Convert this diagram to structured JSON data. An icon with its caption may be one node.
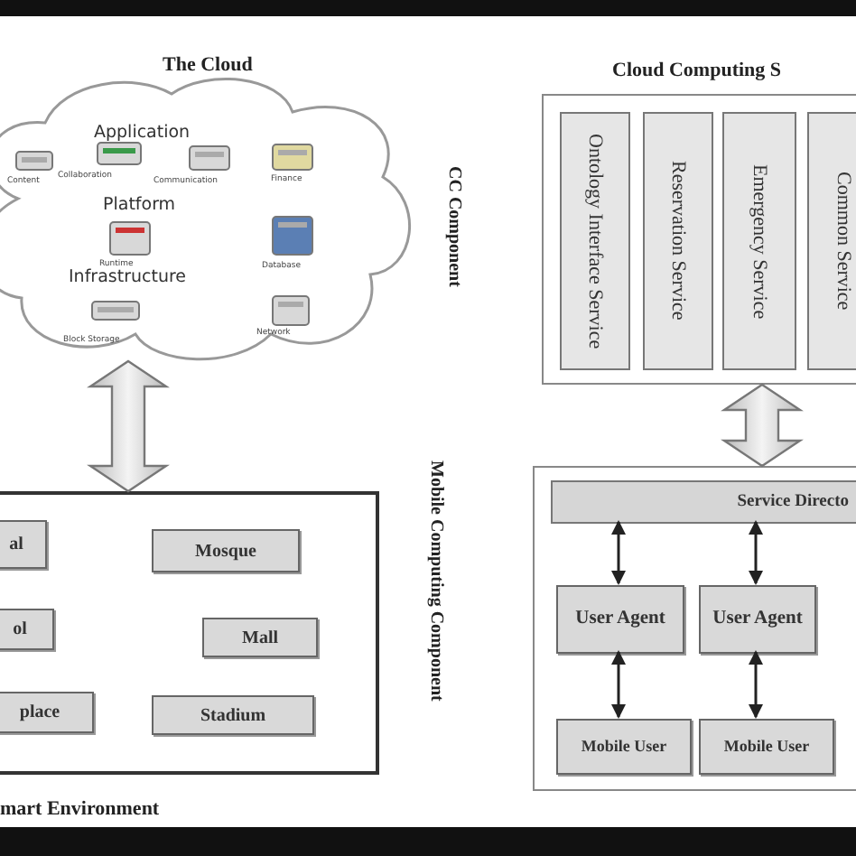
{
  "diagram": {
    "nodes": [
      {
        "text": [
          "The Cloud",
          "Application",
          "Platform",
          "Infrastructure"
        ]
      },
      {
        "text": [
          "mart Environment"
        ]
      },
      {
        "text": [
          "al"
        ],
        "in": 1
      },
      {
        "text": [
          "Mosque"
        ],
        "in": 1
      },
      {
        "text": [
          "ol"
        ],
        "in": 1
      },
      {
        "text": [
          "Mall"
        ],
        "in": 1
      },
      {
        "text": [
          "place"
        ],
        "in": 1
      },
      {
        "text": [
          "Stadium"
        ],
        "in": 1
      },
      {
        "text": [
          "Cloud Computing S"
        ]
      },
      {
        "text": [
          "Ontology Interface Service"
        ],
        "in": 8
      },
      {
        "text": [
          "Reservation Service"
        ],
        "in": 8
      },
      {
        "text": [
          "Emergency Service"
        ],
        "in": 8
      },
      {
        "text": [
          "Common Service"
        ],
        "in": 8
      },
      {
        "text": [],
        "shape": "box"
      },
      {
        "text": [
          "Service Directo"
        ],
        "in": 13
      },
      {
        "text": [
          "User Agent"
        ],
        "in": 13
      },
      {
        "text": [
          "User Agent"
        ],
        "in": 13
      },
      {
        "text": [
          "Mobile User"
        ],
        "in": 13
      },
      {
        "text": [
          "Mobile User"
        ],
        "in": 13
      }
    ],
    "edges": [
      {
        "from": 0,
        "to": 1,
        "arrow": "both",
        "style": "thick"
      },
      {
        "from": 8,
        "to": 13,
        "arrow": "both",
        "style": "thick"
      },
      {
        "from": 14,
        "to": 15,
        "arrow": "both"
      },
      {
        "from": 14,
        "to": 16,
        "arrow": "both"
      },
      {
        "from": 15,
        "to": 17,
        "arrow": "both"
      },
      {
        "from": 16,
        "to": 18,
        "arrow": "both"
      }
    ],
    "labels": [
      "Content",
      "Collaboration",
      "Communication",
      "Finance",
      "Runtime",
      "Database",
      "Block Storage",
      "Network",
      "CC Component",
      "Mobile Computing Component"
    ]
  }
}
